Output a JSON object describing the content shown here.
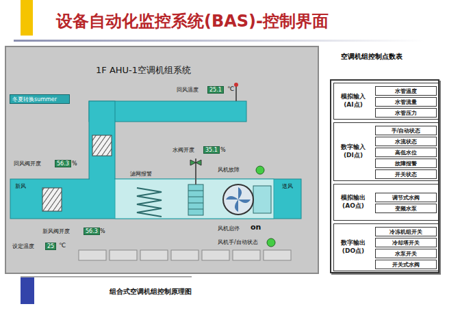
{
  "diagram": {
    "title": "设备自动化监控系统(BAS)-控制界面",
    "caption": "组合式空调机组控制原理图",
    "nodes": [
      {
        "text": [
          "1F AHU-1空调机组系统"
        ]
      },
      {
        "text": [
          "冬夏转换summer"
        ],
        "in": 0
      },
      {
        "text": [
          "空调机组控制点数表"
        ]
      },
      {
        "text": [
          "模拟输入 (AI点)"
        ],
        "in": 2
      },
      {
        "text": [
          "水管温度"
        ],
        "in": 3
      },
      {
        "text": [
          "水管流量"
        ],
        "in": 3
      },
      {
        "text": [
          "水管压力"
        ],
        "in": 3
      },
      {
        "text": [
          "数字输入 (DI点)"
        ],
        "in": 2
      },
      {
        "text": [
          "手/自动状态"
        ],
        "in": 7
      },
      {
        "text": [
          "水流状态"
        ],
        "in": 7
      },
      {
        "text": [
          "高低水位"
        ],
        "in": 7
      },
      {
        "text": [
          "故障报警"
        ],
        "in": 7
      },
      {
        "text": [
          "开关状态"
        ],
        "in": 7
      },
      {
        "text": [
          "模拟输出 (AO点)"
        ],
        "in": 2
      },
      {
        "text": [
          "调节式水阀"
        ],
        "in": 13
      },
      {
        "text": [
          "变频水泵"
        ],
        "in": 13
      },
      {
        "text": [
          "数字输出 (DO点)"
        ],
        "in": 2
      },
      {
        "text": [
          "冷冻机组开关"
        ],
        "in": 16
      },
      {
        "text": [
          "冷却塔开关"
        ],
        "in": 16
      },
      {
        "text": [
          "水泵开关"
        ],
        "in": 16
      },
      {
        "text": [
          "开关式水阀"
        ],
        "in": 16
      }
    ],
    "labels": [
      "回风温度",
      "25.1",
      "℃",
      "回风阀开度",
      "56.3",
      "%",
      "新风",
      "水阀开度",
      "35.1",
      "%",
      "滤网报警",
      "风机故障",
      "送风",
      "新风阀开度",
      "56.3",
      "%",
      "风机启停",
      "on",
      "风机手/自动状态",
      "设定温度",
      "25",
      "℃"
    ]
  }
}
